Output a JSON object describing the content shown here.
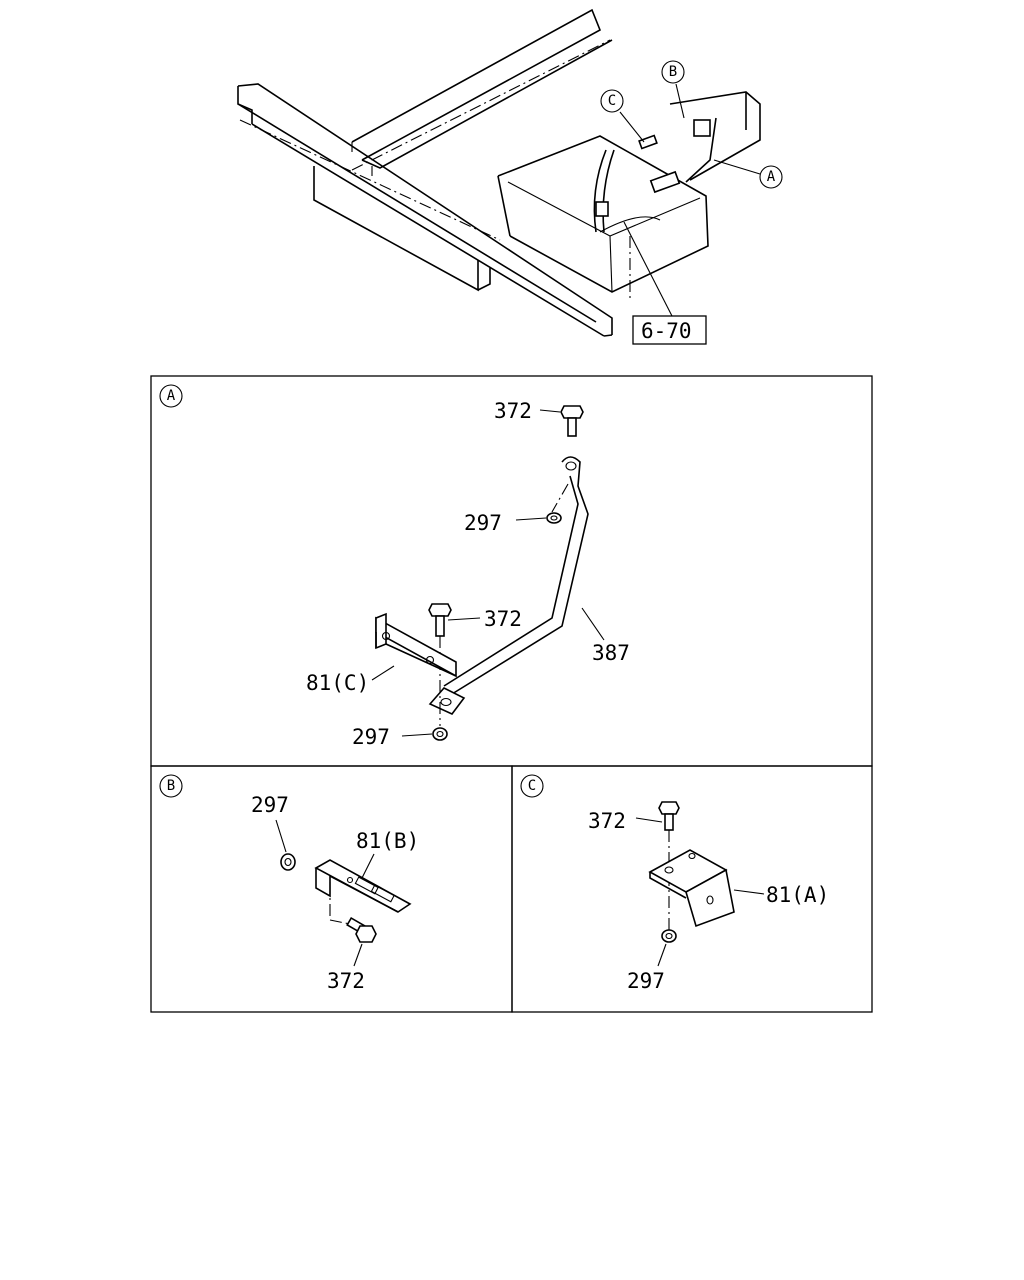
{
  "overview": {
    "callout_a": "A",
    "callout_b": "B",
    "callout_c": "C",
    "ref_box": "6-70"
  },
  "detail_a": {
    "letter": "A",
    "bolt_top": "372",
    "nut_top": "297",
    "bolt_mid": "372",
    "rod": "387",
    "bracket": "81(C)",
    "nut_bottom": "297"
  },
  "detail_b": {
    "letter": "B",
    "nut": "297",
    "bracket": "81(B)",
    "bolt": "372"
  },
  "detail_c": {
    "letter": "C",
    "bolt": "372",
    "bracket": "81(A)",
    "nut": "297"
  }
}
